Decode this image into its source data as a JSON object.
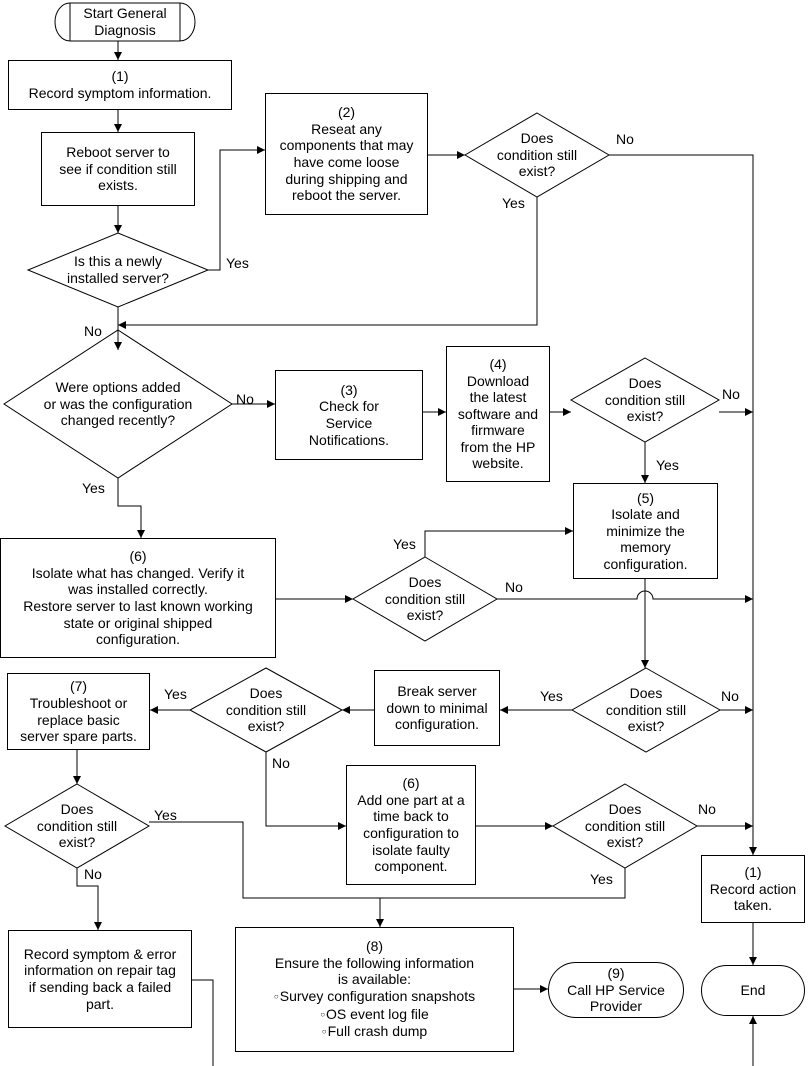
{
  "start": [
    "Start General",
    "Diagnosis"
  ],
  "n1": [
    "(1)",
    "Record symptom information."
  ],
  "reboot": [
    "Reboot server to",
    "see if condition still",
    "exists."
  ],
  "n2": [
    "(2)",
    "Reseat any",
    "components that may",
    "have come loose",
    "during shipping and",
    "reboot the server."
  ],
  "q_new": [
    "Is this a newly",
    "installed server?"
  ],
  "q_does": [
    "Does",
    "condition still",
    "exist?"
  ],
  "q_opts": [
    "Were options added",
    "or was the configuration",
    "changed recently?"
  ],
  "n3": [
    "(3)",
    "Check for",
    "Service",
    "Notifications."
  ],
  "n4": [
    "(4)",
    "Download",
    "the latest",
    "software and",
    "firmware",
    "from the HP",
    "website."
  ],
  "n5": [
    "(5)",
    "Isolate and",
    "minimize the",
    "memory",
    "configuration."
  ],
  "n6a": [
    "(6)",
    "Isolate what has changed. Verify it",
    "was installed correctly.",
    "Restore server to last known working",
    "state or original shipped",
    "configuration."
  ],
  "n7": [
    "(7)",
    "Troubleshoot or",
    "replace basic",
    "server spare parts."
  ],
  "break": [
    "Break server",
    "down to minimal",
    "configuration."
  ],
  "n6b": [
    "(6)",
    "Add one part at a",
    "time back to",
    "configuration to",
    "isolate faulty",
    "component."
  ],
  "record_end": [
    "(1)",
    "Record action",
    "taken."
  ],
  "end": "End",
  "record_tag": [
    "Record symptom & error",
    "information on repair tag",
    "if sending back a failed",
    "part."
  ],
  "n8_head": [
    "(8)",
    "Ensure the following information",
    "is available:"
  ],
  "n8_items": [
    "Survey configuration snapshots",
    "OS event log file",
    "Full crash dump"
  ],
  "bullet": "○",
  "n9": [
    "(9)",
    "Call HP Service",
    "Provider"
  ],
  "labels": {
    "yes": "Yes",
    "no": "No"
  }
}
